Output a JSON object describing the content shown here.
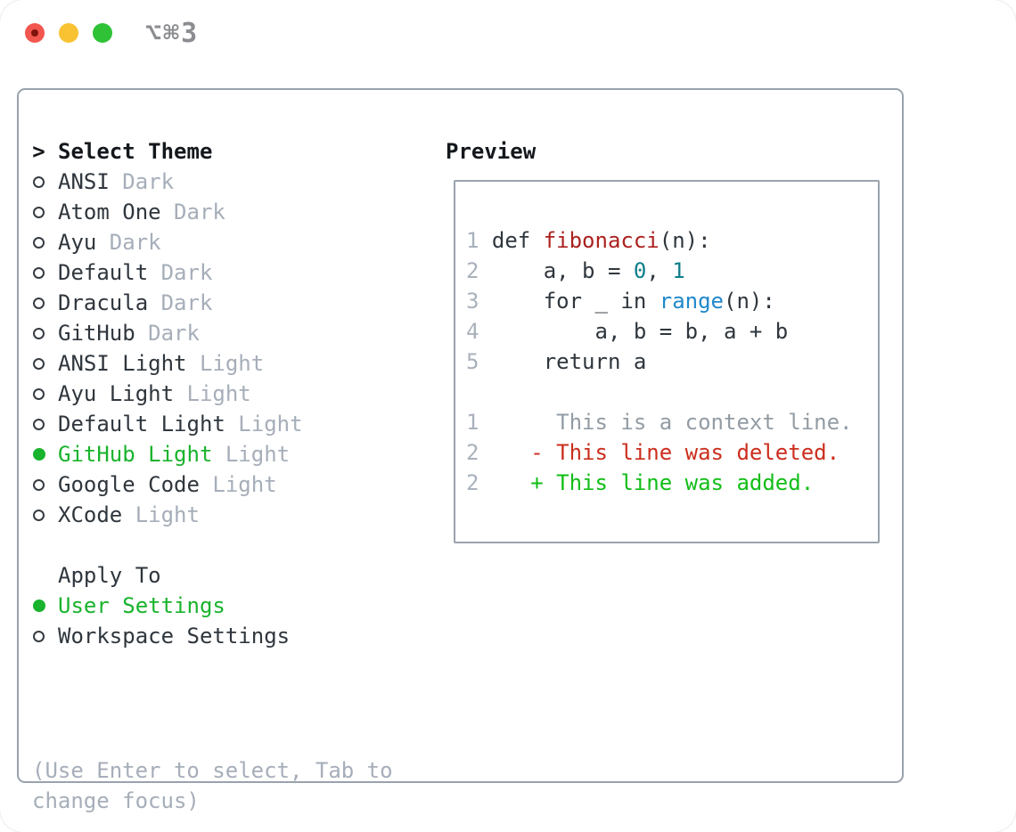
{
  "window": {
    "title": "⌥⌘3",
    "traffic_lights": [
      "close",
      "minimize",
      "maximize"
    ]
  },
  "colors": {
    "selection_green": "#19b32d",
    "added_green": "#12bd17",
    "deleted_red": "#cb2e1d",
    "function_red": "#ab211f",
    "builtin_blue": "#1f88cb",
    "number_teal": "#0f7e8c",
    "muted_gray": "#a6aeb9",
    "panel_border": "#99a2ae"
  },
  "theme_picker": {
    "header": {
      "marker": ">",
      "label": "Select Theme"
    },
    "themes": [
      {
        "name": "ANSI",
        "variant": "Dark",
        "selected": false
      },
      {
        "name": "Atom One",
        "variant": "Dark",
        "selected": false
      },
      {
        "name": "Ayu",
        "variant": "Dark",
        "selected": false
      },
      {
        "name": "Default",
        "variant": "Dark",
        "selected": false
      },
      {
        "name": "Dracula",
        "variant": "Dark",
        "selected": false
      },
      {
        "name": "GitHub",
        "variant": "Dark",
        "selected": false
      },
      {
        "name": "ANSI Light",
        "variant": "Light",
        "selected": false
      },
      {
        "name": "Ayu Light",
        "variant": "Light",
        "selected": false
      },
      {
        "name": "Default Light",
        "variant": "Light",
        "selected": false
      },
      {
        "name": "GitHub Light",
        "variant": "Light",
        "selected": true
      },
      {
        "name": "Google Code",
        "variant": "Light",
        "selected": false
      },
      {
        "name": "XCode",
        "variant": "Light",
        "selected": false
      }
    ],
    "apply_to": {
      "label": "Apply To",
      "options": [
        {
          "name": "User Settings",
          "selected": true
        },
        {
          "name": "Workspace Settings",
          "selected": false
        }
      ]
    },
    "hint": "(Use Enter to select, Tab to\nchange focus)"
  },
  "preview": {
    "title": "Preview",
    "lines": [
      {
        "gutter": "1 ",
        "segments": [
          {
            "t": "def ",
            "k": "code"
          },
          {
            "t": "fibonacci",
            "k": "func"
          },
          {
            "t": "(n):",
            "k": "code"
          }
        ]
      },
      {
        "gutter": "2 ",
        "segments": [
          {
            "t": "    a, b = ",
            "k": "code"
          },
          {
            "t": "0",
            "k": "num"
          },
          {
            "t": ", ",
            "k": "code"
          },
          {
            "t": "1",
            "k": "num"
          }
        ]
      },
      {
        "gutter": "3 ",
        "segments": [
          {
            "t": "    for _ in ",
            "k": "code"
          },
          {
            "t": "range",
            "k": "builtin"
          },
          {
            "t": "(n):",
            "k": "code"
          }
        ]
      },
      {
        "gutter": "4 ",
        "segments": [
          {
            "t": "        a, b = b, a + b",
            "k": "code"
          }
        ]
      },
      {
        "gutter": "5 ",
        "segments": [
          {
            "t": "    return a",
            "k": "code"
          }
        ]
      },
      {
        "gutter": "",
        "segments": []
      },
      {
        "gutter": "1 ",
        "segments": [
          {
            "t": "     This is a context line.",
            "k": "context"
          }
        ]
      },
      {
        "gutter": "2 ",
        "segments": [
          {
            "t": "   - This line was deleted.",
            "k": "deleted"
          }
        ]
      },
      {
        "gutter": "2 ",
        "segments": [
          {
            "t": "   + This line was added.",
            "k": "added"
          }
        ]
      }
    ]
  }
}
